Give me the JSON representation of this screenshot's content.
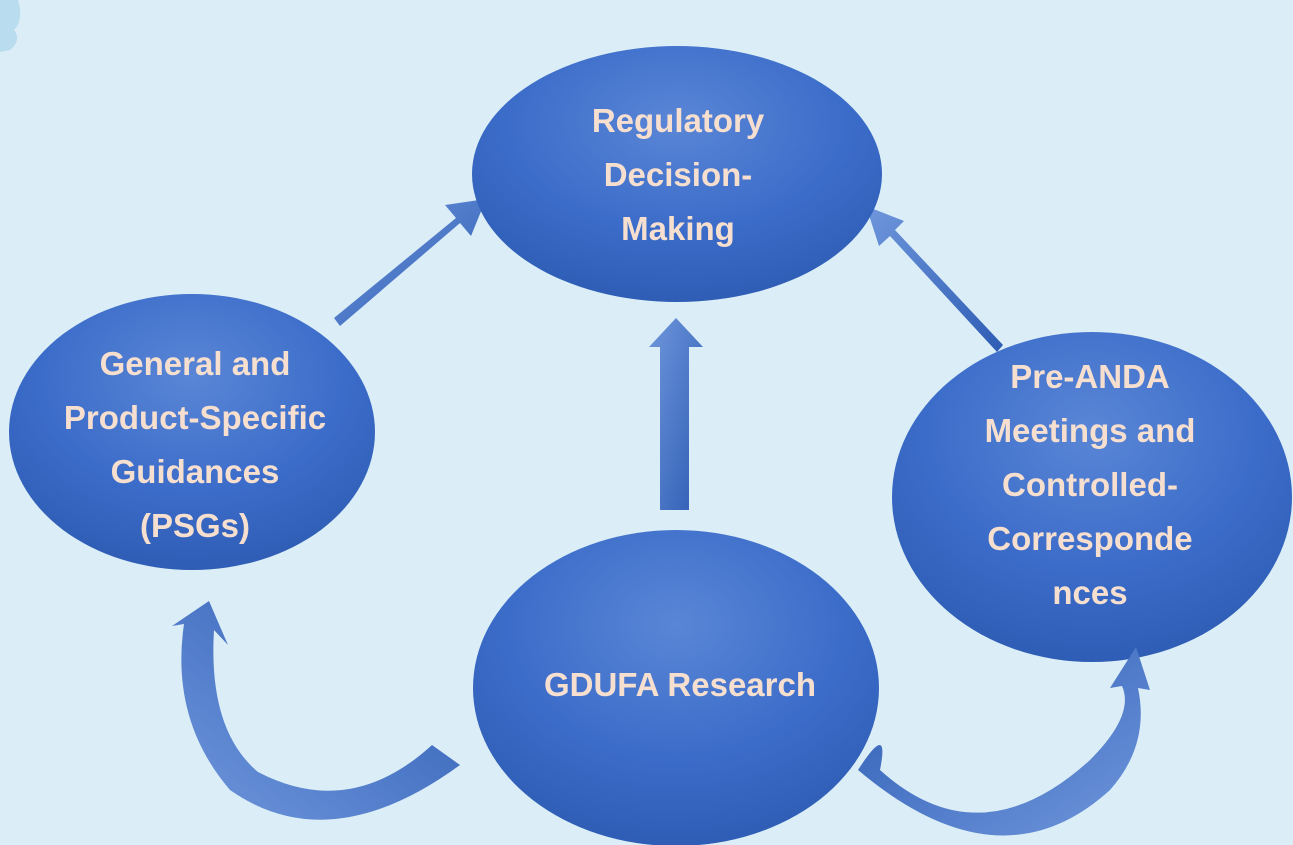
{
  "nodes": {
    "top": "Regulatory\nDecision-\nMaking",
    "left": "General and\nProduct-Specific\nGuidances\n(PSGs)",
    "right": "Pre-ANDA\nMeetings and\nControlled-\nCorresponde\nnces",
    "center": "GDUFA Research"
  },
  "colors": {
    "background": "#dbeef7",
    "node_fill": "#3b6cc9",
    "node_fill_dark": "#2f5db5",
    "label_text": "#f6dfcf"
  }
}
